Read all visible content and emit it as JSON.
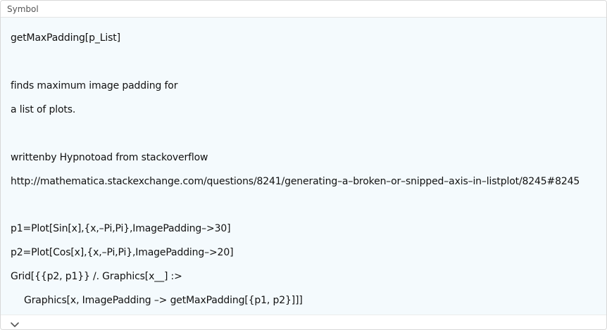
{
  "cell": {
    "style_label": "Symbol"
  },
  "content": {
    "lines": [
      "getMaxPadding[p_List]",
      "finds maximum image padding for",
      "a list of plots.",
      "writtenby Hypnotoad from stackoverflow",
      "http://mathematica.stackexchange.com/questions/8241/generating–a–broken–or–snipped–axis–in–listplot/8245#8245",
      "p1=Plot[Sin[x],{x,–Pi,Pi},ImagePadding–>30]",
      "p2=Plot[Cos[x],{x,–Pi,Pi},ImagePadding–>20]",
      "Grid[{{p2, p1}} /. Graphics[x__] :>",
      "Graphics[x, ImagePadding –> getMaxPadding[{p1, p2}]]]"
    ]
  },
  "icons": {
    "collapse": "chevron-down-icon"
  }
}
